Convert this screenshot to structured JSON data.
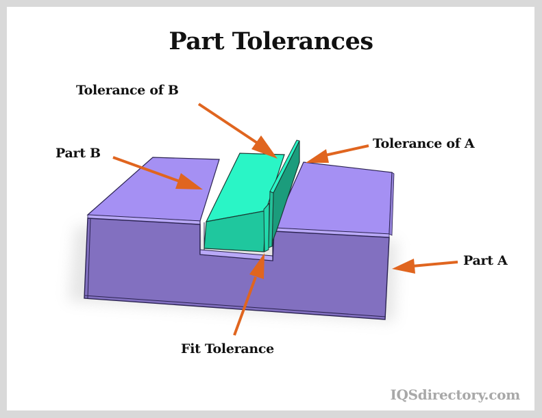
{
  "title": "Part Tolerances",
  "labels": {
    "tolerance_of_b": "Tolerance of B",
    "part_b": "Part B",
    "tolerance_of_a": "Tolerance of A",
    "part_a": "Part A",
    "fit_tolerance": "Fit Tolerance"
  },
  "watermark": "IQSdirectory.com",
  "colors": {
    "background_frame": "#d9d9d9",
    "panel": "#ffffff",
    "part_a_top": "#a590f3",
    "part_a_front": "#8270c0",
    "part_b_top": "#2af5c6",
    "part_b_front": "#1fc79e",
    "tolerance_plate": "#1b9c7c",
    "arrow": "#e0651f",
    "outline": "#2a2250",
    "watermark": "#a8a8a8"
  }
}
